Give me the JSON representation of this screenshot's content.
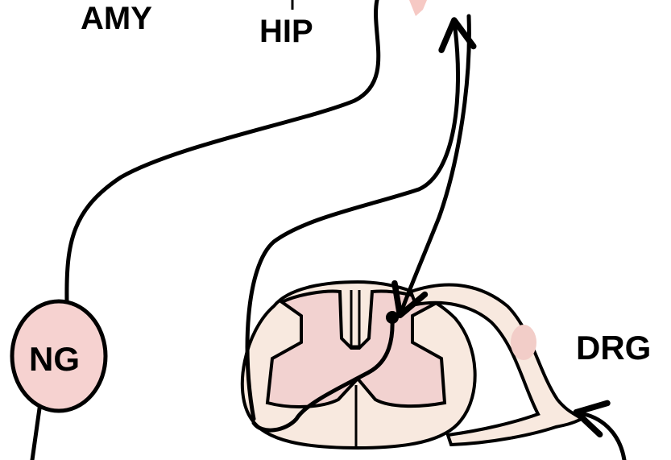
{
  "labels": {
    "amy": "AMY",
    "hip": "HIP",
    "ng": "NG",
    "drg": "DRG"
  },
  "colors": {
    "ganglion_fill": "#f6d2d0",
    "cord_gray_matter": "#f2d2d0",
    "cord_white_matter": "#f8e9df",
    "drg_fill": "#f8e9df",
    "drg_soma": "#f2cdc8",
    "outline": "#000000",
    "background": "#ffffff"
  }
}
